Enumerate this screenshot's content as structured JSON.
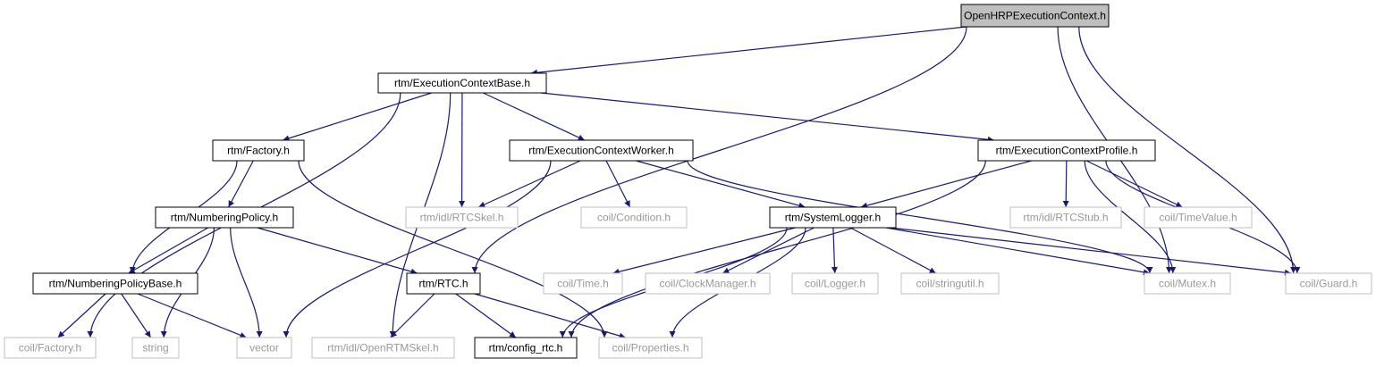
{
  "colors": {
    "edge": "#191970",
    "solid_border": "#000000",
    "external_border": "#bfbfbf",
    "external_text": "#999999",
    "root_fill": "#bfbfbf"
  },
  "nodes": {
    "root": {
      "label": "OpenHRPExecutionContext.h",
      "kind": "root"
    },
    "ecbase": {
      "label": "rtm/ExecutionContextBase.h",
      "kind": "solid"
    },
    "factory": {
      "label": "rtm/Factory.h",
      "kind": "solid"
    },
    "ecworker": {
      "label": "rtm/ExecutionContextWorker.h",
      "kind": "solid"
    },
    "ecprofile": {
      "label": "rtm/ExecutionContextProfile.h",
      "kind": "solid"
    },
    "numpol": {
      "label": "rtm/NumberingPolicy.h",
      "kind": "solid"
    },
    "rtcskel": {
      "label": "rtm/idl/RTCSkel.h",
      "kind": "grey"
    },
    "condition": {
      "label": "coil/Condition.h",
      "kind": "grey"
    },
    "syslogger": {
      "label": "rtm/SystemLogger.h",
      "kind": "solid"
    },
    "rtcstub": {
      "label": "rtm/idl/RTCStub.h",
      "kind": "grey"
    },
    "timevalue": {
      "label": "coil/TimeValue.h",
      "kind": "grey"
    },
    "numpolbase": {
      "label": "rtm/NumberingPolicyBase.h",
      "kind": "solid"
    },
    "rtc": {
      "label": "rtm/RTC.h",
      "kind": "solid"
    },
    "time": {
      "label": "coil/Time.h",
      "kind": "grey"
    },
    "clockmgr": {
      "label": "coil/ClockManager.h",
      "kind": "grey"
    },
    "logger": {
      "label": "coil/Logger.h",
      "kind": "grey"
    },
    "stringutil": {
      "label": "coil/stringutil.h",
      "kind": "grey"
    },
    "mutex": {
      "label": "coil/Mutex.h",
      "kind": "grey"
    },
    "guard": {
      "label": "coil/Guard.h",
      "kind": "grey"
    },
    "coilfactory": {
      "label": "coil/Factory.h",
      "kind": "grey"
    },
    "string": {
      "label": "string",
      "kind": "grey"
    },
    "vector": {
      "label": "vector",
      "kind": "grey"
    },
    "openrtmskel": {
      "label": "rtm/idl/OpenRTMSkel.h",
      "kind": "grey"
    },
    "configrtc": {
      "label": "rtm/config_rtc.h",
      "kind": "solid"
    },
    "properties": {
      "label": "coil/Properties.h",
      "kind": "grey"
    }
  },
  "edges": [
    [
      "root",
      "ecbase"
    ],
    [
      "root",
      "rtc"
    ],
    [
      "root",
      "mutex"
    ],
    [
      "root",
      "guard"
    ],
    [
      "ecbase",
      "coilfactory"
    ],
    [
      "ecbase",
      "factory"
    ],
    [
      "ecbase",
      "openrtmskel"
    ],
    [
      "ecbase",
      "rtcskel"
    ],
    [
      "ecbase",
      "ecworker"
    ],
    [
      "ecbase",
      "ecprofile"
    ],
    [
      "factory",
      "numpol"
    ],
    [
      "factory",
      "numpolbase"
    ],
    [
      "factory",
      "properties"
    ],
    [
      "numpol",
      "numpolbase"
    ],
    [
      "numpol",
      "string"
    ],
    [
      "numpol",
      "vector"
    ],
    [
      "numpol",
      "rtc"
    ],
    [
      "numpolbase",
      "coilfactory"
    ],
    [
      "numpolbase",
      "string"
    ],
    [
      "numpolbase",
      "vector"
    ],
    [
      "ecworker",
      "rtcskel"
    ],
    [
      "ecworker",
      "vector"
    ],
    [
      "ecworker",
      "condition"
    ],
    [
      "ecworker",
      "syslogger"
    ],
    [
      "ecworker",
      "mutex"
    ],
    [
      "ecprofile",
      "syslogger"
    ],
    [
      "ecprofile",
      "rtcstub"
    ],
    [
      "ecprofile",
      "timevalue"
    ],
    [
      "ecprofile",
      "mutex"
    ],
    [
      "ecprofile",
      "guard"
    ],
    [
      "ecprofile",
      "configrtc"
    ],
    [
      "syslogger",
      "time"
    ],
    [
      "syslogger",
      "clockmgr"
    ],
    [
      "syslogger",
      "logger"
    ],
    [
      "syslogger",
      "stringutil"
    ],
    [
      "syslogger",
      "mutex"
    ],
    [
      "syslogger",
      "guard"
    ],
    [
      "syslogger",
      "properties"
    ],
    [
      "syslogger",
      "configrtc"
    ],
    [
      "rtc",
      "openrtmskel"
    ],
    [
      "rtc",
      "configrtc"
    ],
    [
      "rtc",
      "properties"
    ]
  ]
}
